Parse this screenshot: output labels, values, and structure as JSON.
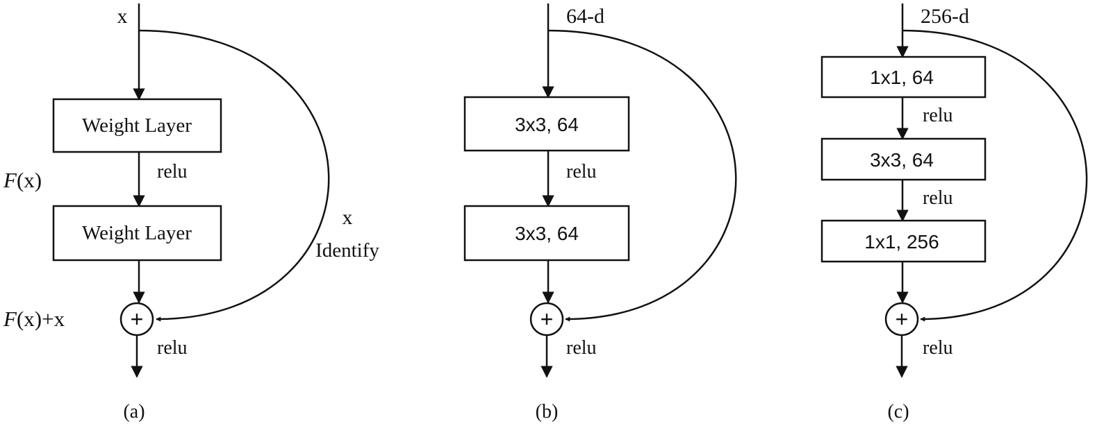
{
  "panel_a": {
    "input_label": "x",
    "layer1": "Weight Layer",
    "layer2": "Weight Layer",
    "relu_mid": "relu",
    "fx_f": "F",
    "fx_rest": "(x)",
    "sum_f": "F",
    "sum_rest": "(x)+x",
    "shortcut_x": "x",
    "shortcut_label": "Identify",
    "relu_out": "relu",
    "caption": "(a)"
  },
  "panel_b": {
    "input_label": "64-d",
    "layer1": "3x3, 64",
    "layer2": "3x3, 64",
    "relu_mid": "relu",
    "relu_out": "relu",
    "caption": "(b)"
  },
  "panel_c": {
    "input_label": "256-d",
    "layer1": "1x1, 64",
    "layer2": "3x3, 64",
    "layer3": "1x1, 256",
    "relu_1": "relu",
    "relu_2": "relu",
    "relu_out": "relu",
    "caption": "(c)"
  },
  "symbols": {
    "plus": "+"
  }
}
